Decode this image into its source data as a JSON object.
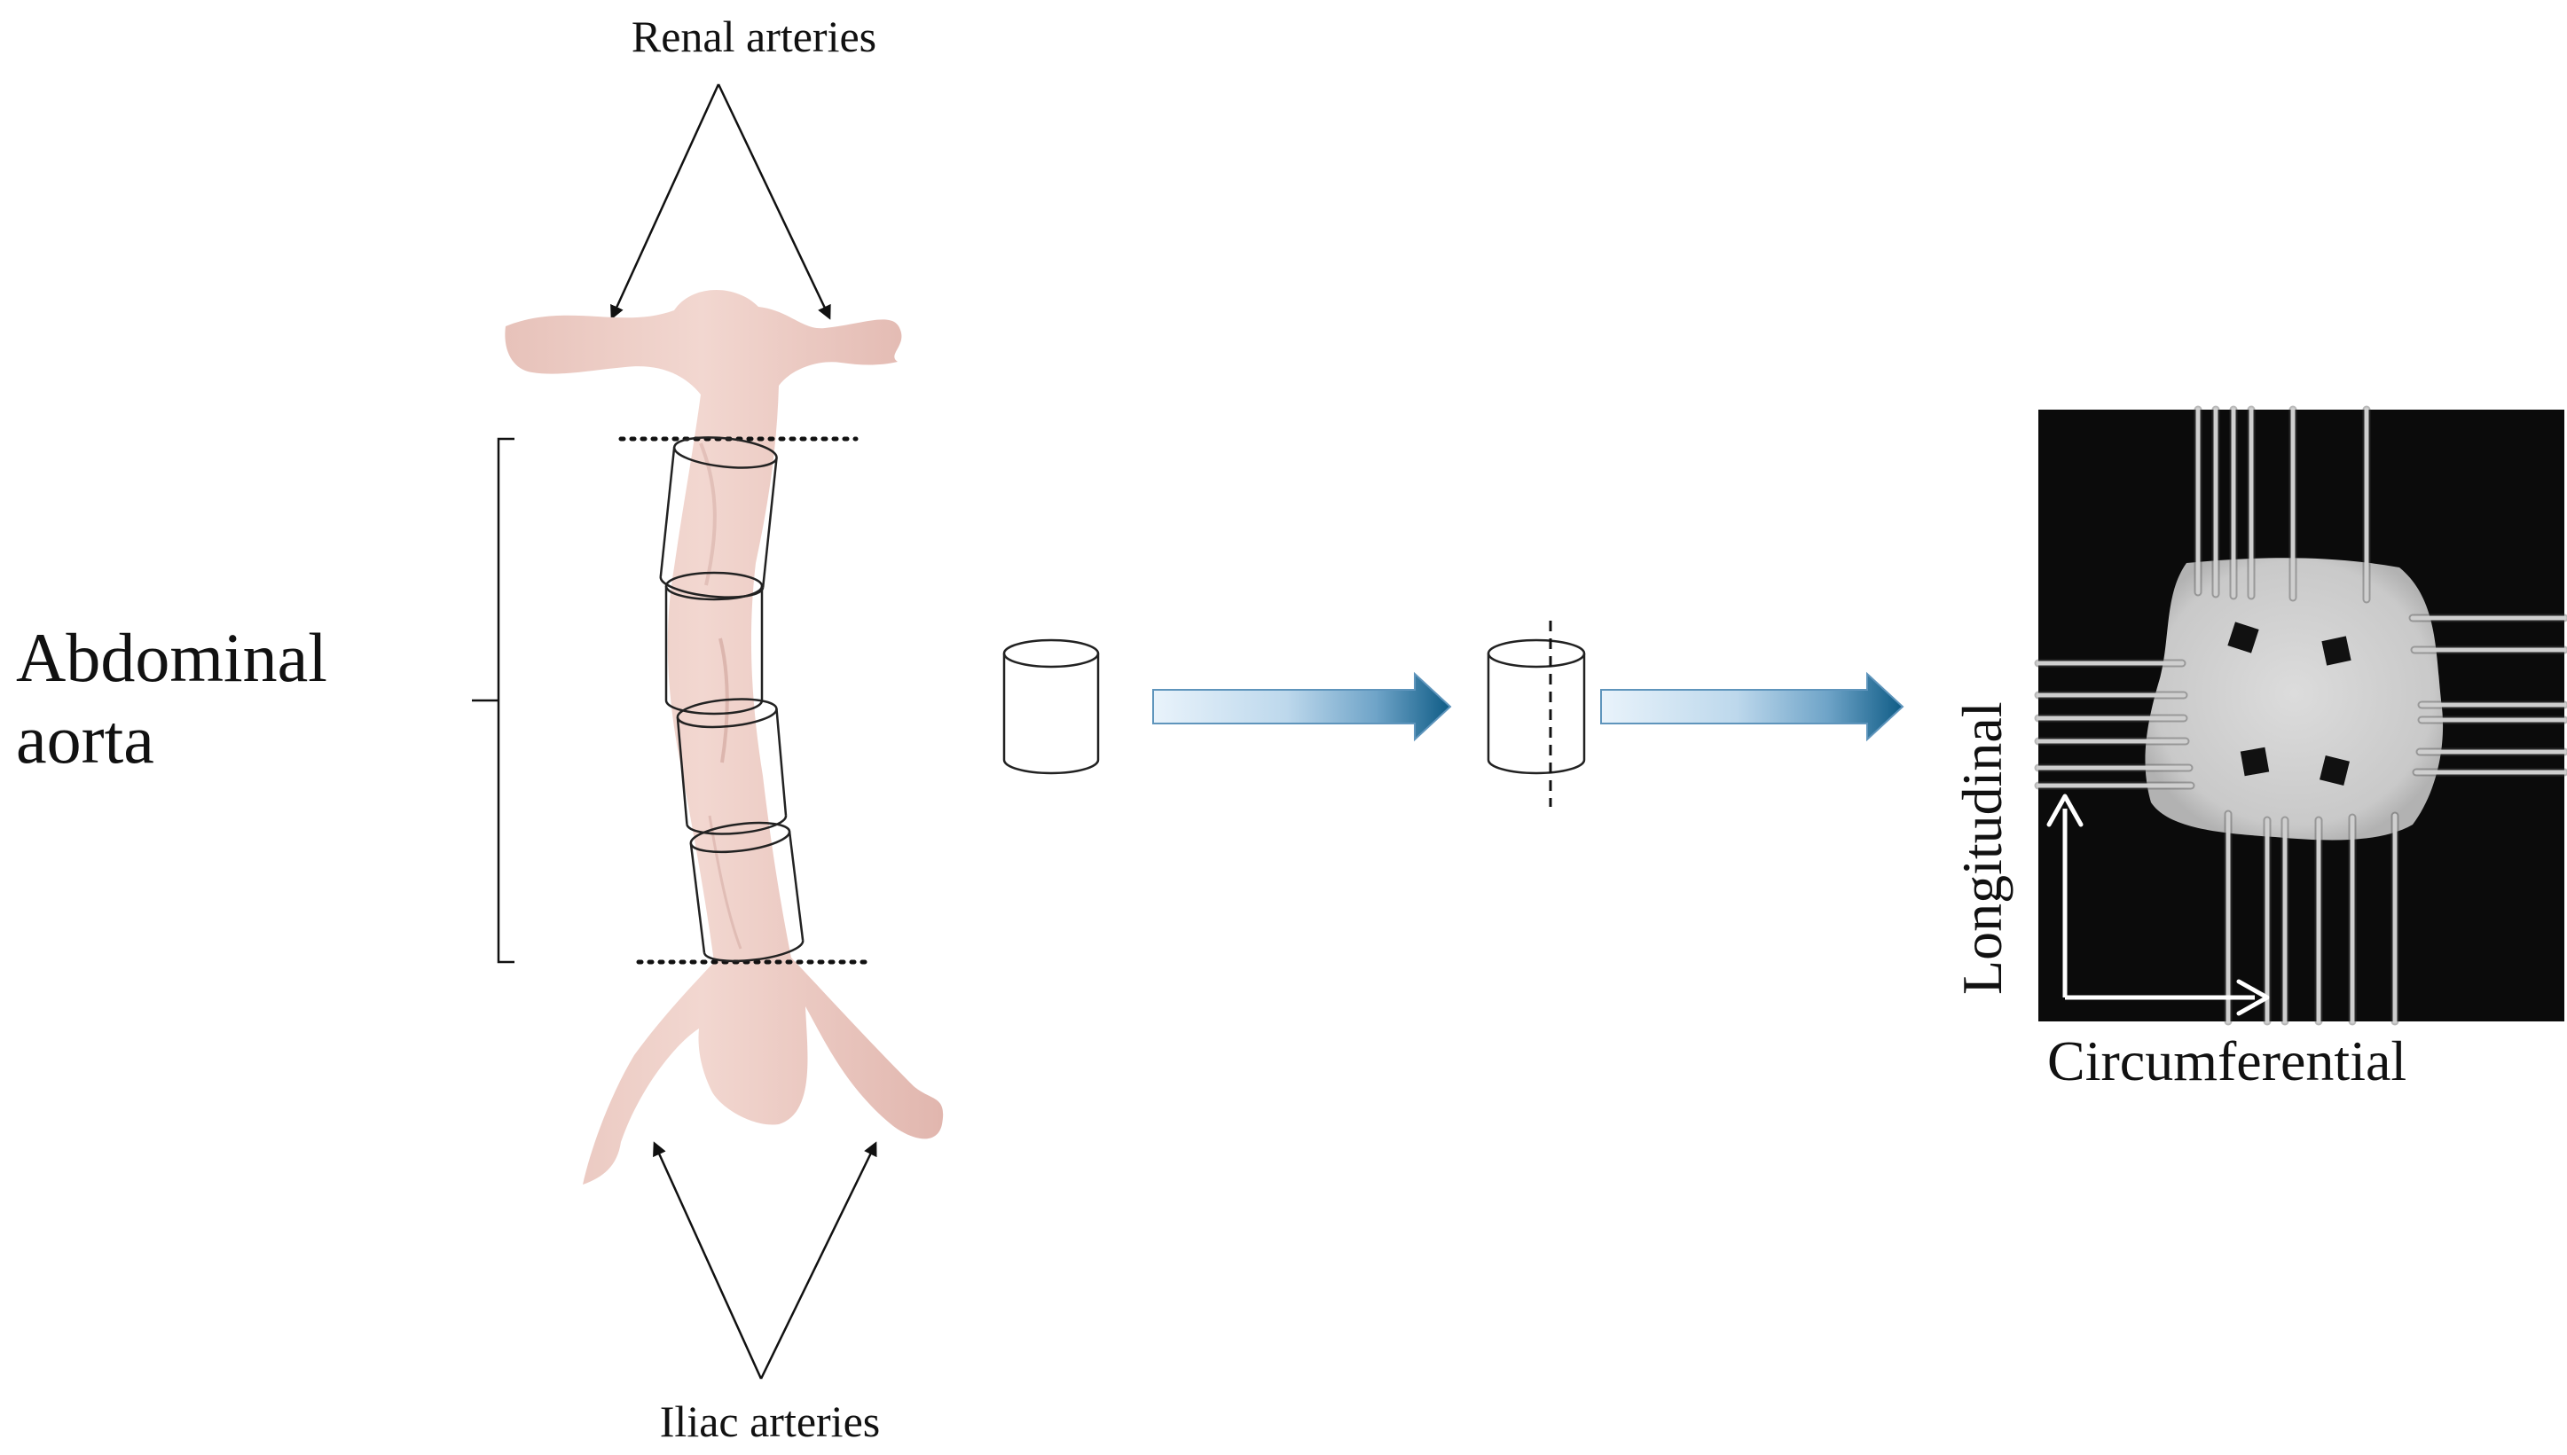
{
  "labels": {
    "renal": "Renal arteries",
    "iliac": "Iliac arteries",
    "abdominal_line1": "Abdominal",
    "abdominal_line2": "aorta",
    "longitudinal": "Longitudinal",
    "circumferential": "Circumferential"
  },
  "colors": {
    "tissue": "#f2d7d0",
    "tissue_shadow": "#e7c2ba",
    "arrow_light": "#e9f3fb",
    "arrow_dark": "#0f5c86",
    "photo_bg": "#0b0b0b",
    "sample": "#d8d8d8"
  }
}
